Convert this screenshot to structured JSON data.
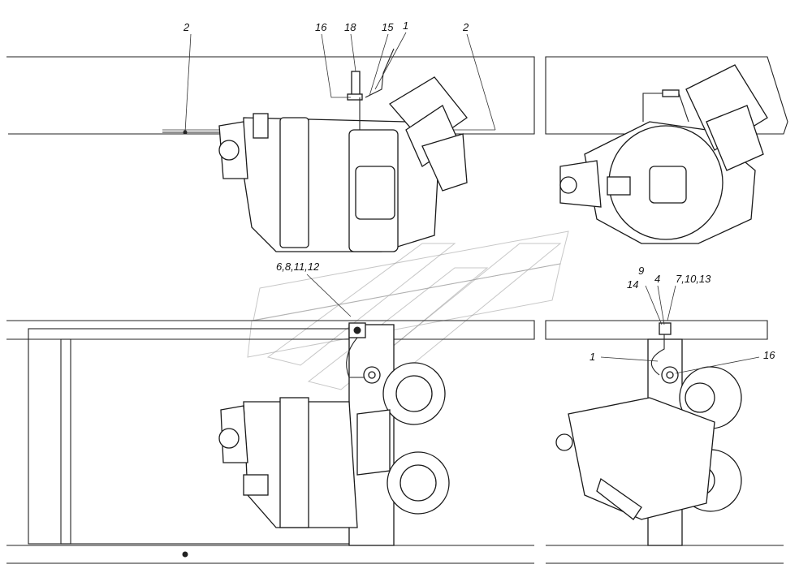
{
  "callouts": {
    "top_left_2": "2",
    "top_16": "16",
    "top_18": "18",
    "top_15": "15",
    "top_1": "1",
    "top_right_2": "2",
    "mid_6_8_11_12": "6,8,11,12",
    "right_9": "9",
    "right_14": "14",
    "right_4": "4",
    "right_7_10_13": "7,10,13",
    "right_1": "1",
    "right_16": "16"
  },
  "colors": {
    "line": "#222222",
    "watermark": "#999999",
    "background": "#ffffff"
  }
}
